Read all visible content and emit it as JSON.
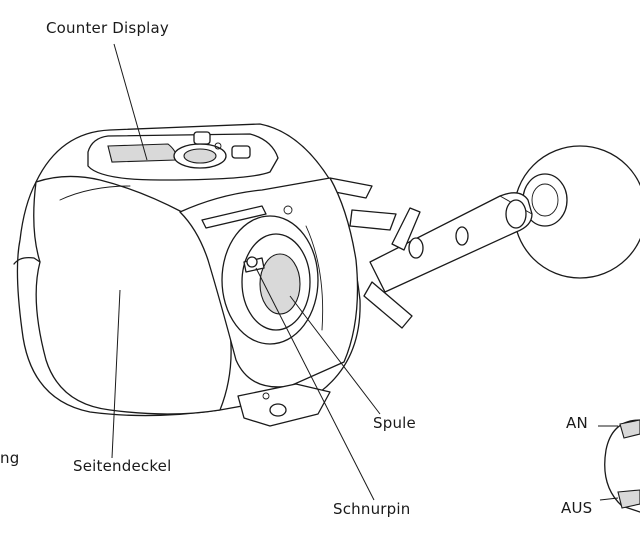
{
  "labels": {
    "counter_display": "Counter Display",
    "spule": "Spule",
    "seitendeckel": "Seitendeckel",
    "schnurpin": "Schnurpin",
    "an": "AN",
    "aus": "AUS",
    "cut_left": "ng"
  }
}
